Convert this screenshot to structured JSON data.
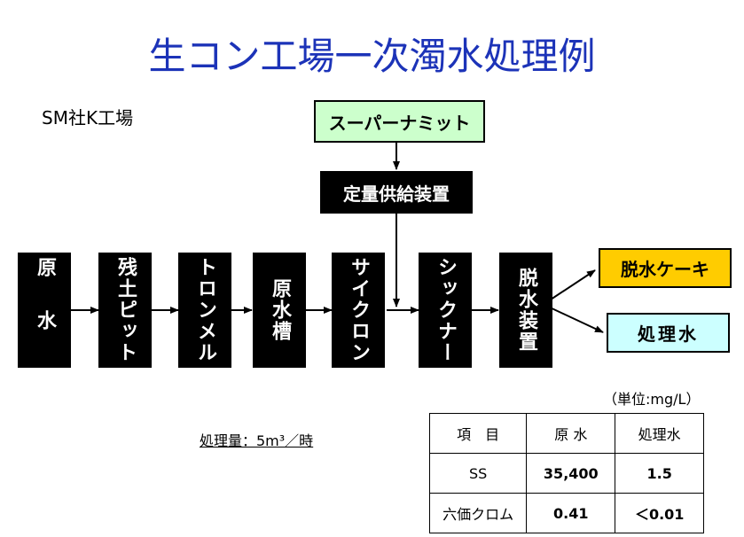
{
  "title": "生コン工場一次濁水処理例",
  "subtitle": "SM社K工場",
  "supply_box": "スーパーナミット",
  "feeder_box": "定量供給装置",
  "process": [
    {
      "label": "原水"
    },
    {
      "label": "残土ピット"
    },
    {
      "label": "トロンメル"
    },
    {
      "label": "原水槽"
    },
    {
      "label": "サイクロン"
    },
    {
      "label": "シックナー"
    },
    {
      "label": "脱水装置"
    }
  ],
  "outputs": {
    "cake": "脱水ケーキ",
    "water": "処理水"
  },
  "unit_note": "（単位:mg/L）",
  "capacity_note": "処理量：5m³／時",
  "table": {
    "headers": [
      "項　目",
      "原 水",
      "処理水"
    ],
    "rows": [
      [
        "SS",
        "35,400",
        "1.5"
      ],
      [
        "六価クロム",
        "0.41",
        "＜0.01"
      ]
    ]
  },
  "colors": {
    "title": "#1c33b8",
    "supply_fill": "#ccffcc",
    "cake_fill": "#ffcc00",
    "water_fill": "#ccffff",
    "process_fill": "#000000"
  }
}
